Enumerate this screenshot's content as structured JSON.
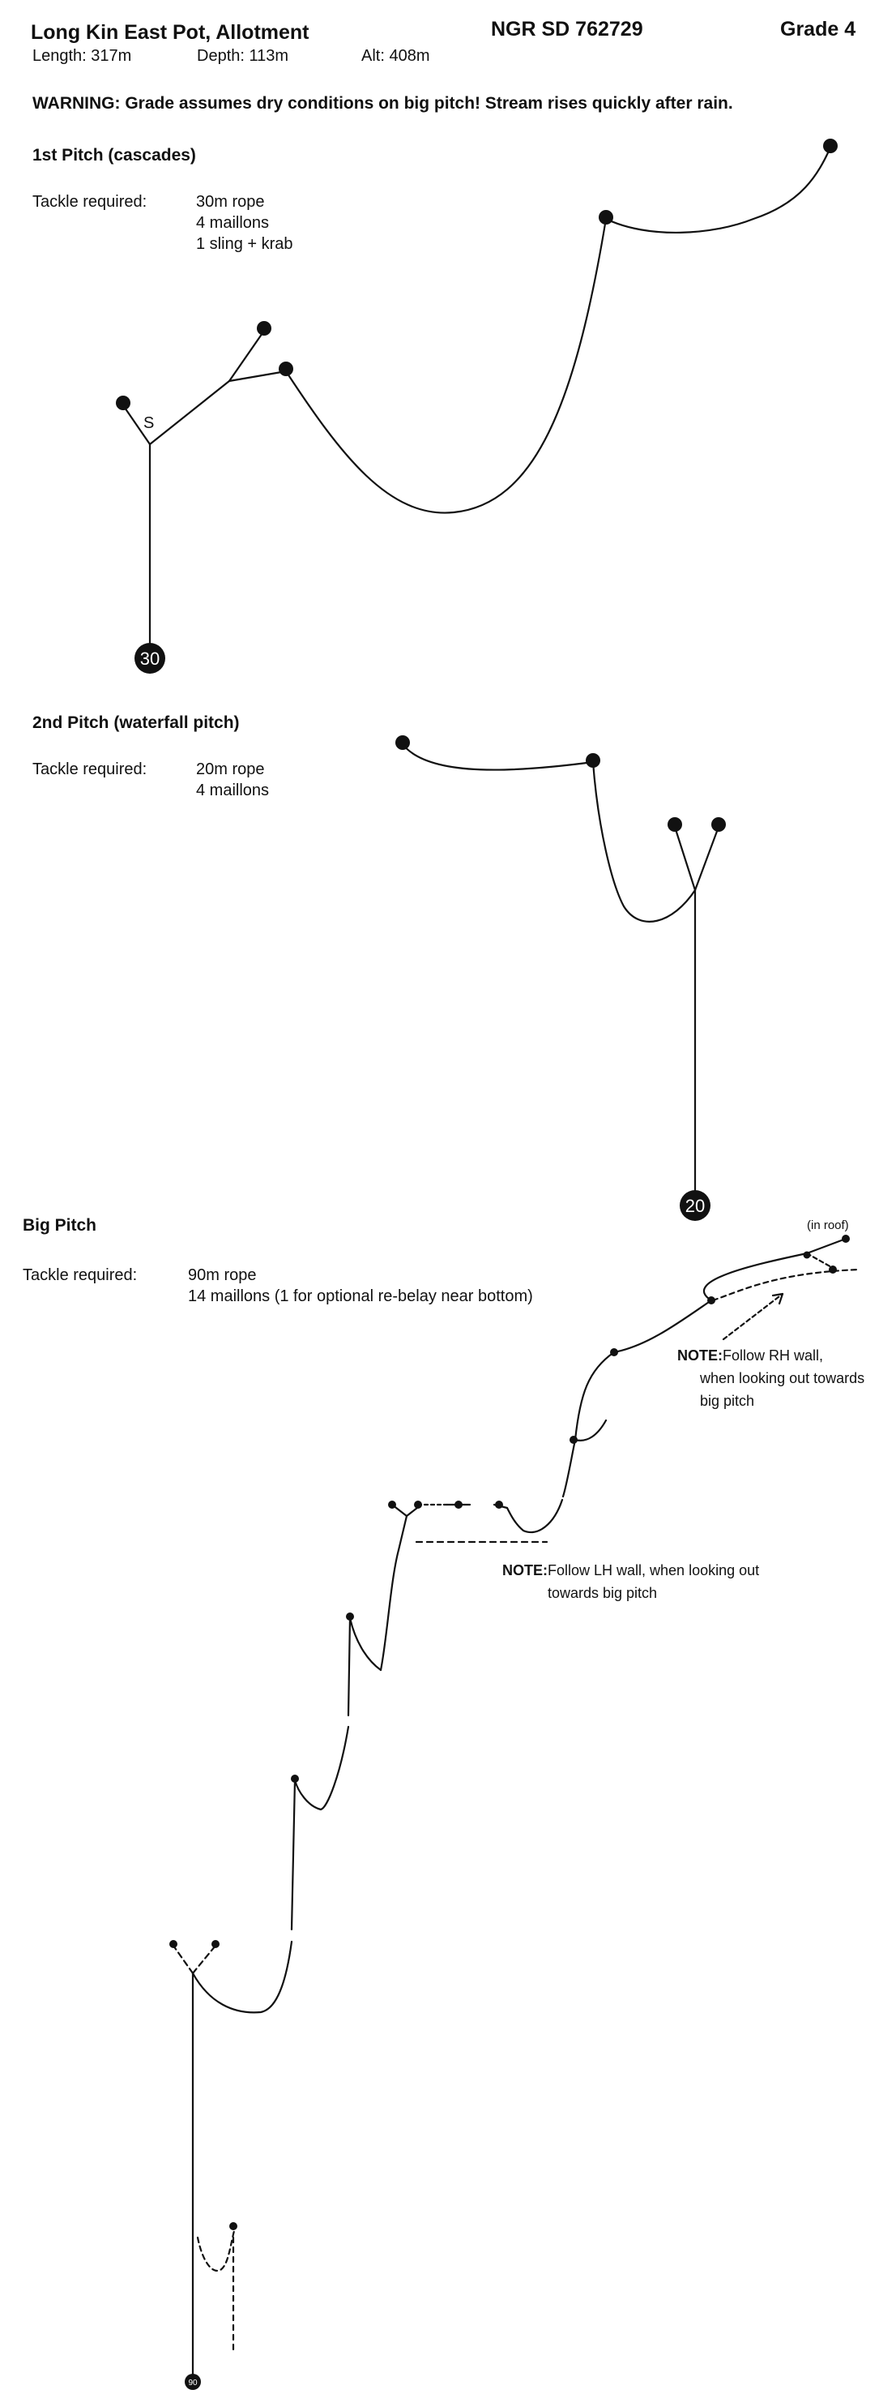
{
  "header": {
    "title": "Long Kin East Pot, Allotment",
    "ngr": "NGR SD 762729",
    "grade": "Grade 4",
    "length": "Length:  317m",
    "depth": "Depth: 113m",
    "alt": "Alt: 408m"
  },
  "warning": "WARNING:  Grade assumes dry conditions on big pitch! Stream rises quickly after rain.",
  "pitch1": {
    "title": "1st Pitch (cascades)",
    "tackle_label": "Tackle required:",
    "tackle": [
      "30m rope",
      "4 maillons",
      "1 sling + krab"
    ],
    "marker": "S",
    "depth": "30"
  },
  "pitch2": {
    "title": "2nd Pitch (waterfall pitch)",
    "tackle_label": "Tackle required:",
    "tackle": [
      "20m rope",
      "4 maillons"
    ],
    "depth": "20"
  },
  "pitch3": {
    "title": "Big Pitch",
    "tackle_label": "Tackle required:",
    "tackle": [
      "90m rope",
      "14 maillons (1 for optional re-belay near bottom)"
    ],
    "in_roof": "(in roof)",
    "note_rh": {
      "label": "NOTE:",
      "lines": [
        "Follow RH wall,",
        "when looking out towards",
        "big pitch"
      ]
    },
    "note_lh": {
      "label": "NOTE:",
      "lines": [
        "Follow LH wall, when looking out",
        "towards big pitch"
      ]
    },
    "depth": "90"
  },
  "colors": {
    "ink": "#111111",
    "paper": "#ffffff"
  }
}
